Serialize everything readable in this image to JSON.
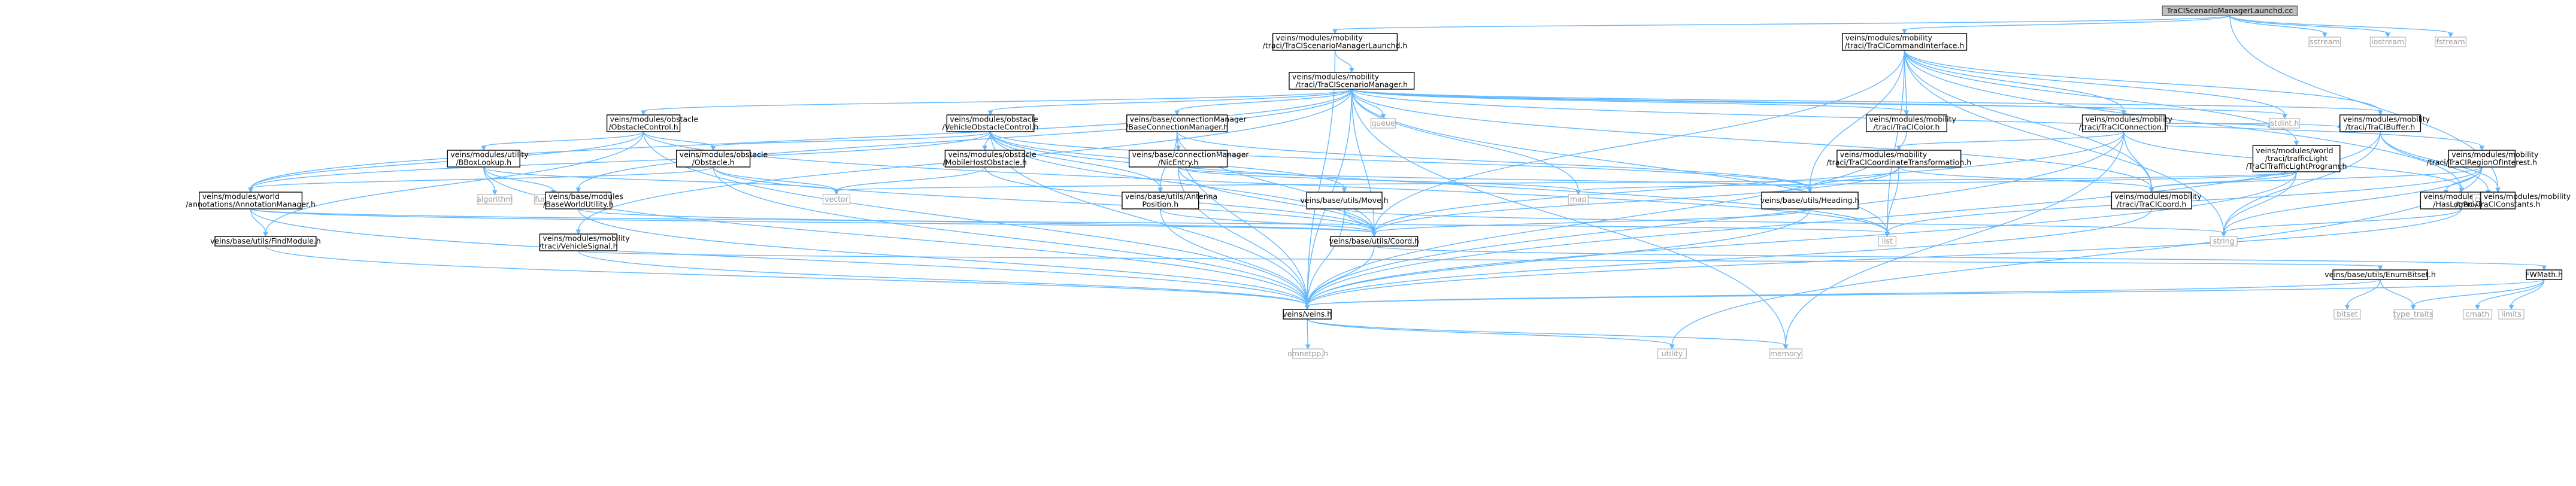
{
  "diagram": {
    "nodes": [
      {
        "id": "root",
        "lines": [
          "TraCIScenarioManagerLaunchd.cc"
        ],
        "kind": "root"
      },
      {
        "id": "launchd_h",
        "lines": [
          "veins/modules/mobility",
          "/traci/TraCIScenarioManagerLaunchd.h"
        ],
        "kind": "internal"
      },
      {
        "id": "cmd_if",
        "lines": [
          "veins/modules/mobility",
          "/traci/TraCICommandInterface.h"
        ],
        "kind": "internal"
      },
      {
        "id": "sstream",
        "lines": [
          "sstream"
        ],
        "kind": "external"
      },
      {
        "id": "iostream",
        "lines": [
          "iostream"
        ],
        "kind": "external"
      },
      {
        "id": "fstream",
        "lines": [
          "fstream"
        ],
        "kind": "external"
      },
      {
        "id": "scen_mgr",
        "lines": [
          "veins/modules/mobility",
          "/traci/TraCIScenarioManager.h"
        ],
        "kind": "internal"
      },
      {
        "id": "obst_ctrl",
        "lines": [
          "veins/modules/obstacle",
          "/ObstacleControl.h"
        ],
        "kind": "internal"
      },
      {
        "id": "veh_obst_ctrl",
        "lines": [
          "veins/modules/obstacle",
          "/VehicleObstacleControl.h"
        ],
        "kind": "internal"
      },
      {
        "id": "base_conn_mgr",
        "lines": [
          "veins/base/connectionManager",
          "/BaseConnectionManager.h"
        ],
        "kind": "internal"
      },
      {
        "id": "queue",
        "lines": [
          "queue"
        ],
        "kind": "external"
      },
      {
        "id": "traci_color",
        "lines": [
          "veins/modules/mobility",
          "/traci/TraCIColor.h"
        ],
        "kind": "internal"
      },
      {
        "id": "traci_conn",
        "lines": [
          "veins/modules/mobility",
          "/traci/TraCIConnection.h"
        ],
        "kind": "internal"
      },
      {
        "id": "stdint",
        "lines": [
          "stdint.h"
        ],
        "kind": "external"
      },
      {
        "id": "traci_buffer",
        "lines": [
          "veins/modules/mobility",
          "/traci/TraCIBuffer.h"
        ],
        "kind": "internal"
      },
      {
        "id": "bbox_lookup",
        "lines": [
          "veins/modules/utility",
          "/BBoxLookup.h"
        ],
        "kind": "internal"
      },
      {
        "id": "obstacle_h",
        "lines": [
          "veins/modules/obstacle",
          "/Obstacle.h"
        ],
        "kind": "internal"
      },
      {
        "id": "mobile_host_obst",
        "lines": [
          "veins/modules/obstacle",
          "/MobileHostObstacle.h"
        ],
        "kind": "internal"
      },
      {
        "id": "nic_entry",
        "lines": [
          "veins/base/connectionManager",
          "/NicEntry.h"
        ],
        "kind": "internal"
      },
      {
        "id": "coord_transform",
        "lines": [
          "veins/modules/mobility",
          "/traci/TraCICoordinateTransformation.h"
        ],
        "kind": "internal"
      },
      {
        "id": "traffic_light",
        "lines": [
          "veins/modules/world",
          "/traci/trafficLight",
          "/TraCITrafficLightProgram.h"
        ],
        "kind": "internal"
      },
      {
        "id": "region_interest",
        "lines": [
          "veins/modules/mobility",
          "/traci/TraCIRegionOfInterest.h"
        ],
        "kind": "internal"
      },
      {
        "id": "algorithm",
        "lines": [
          "algorithm"
        ],
        "kind": "external"
      },
      {
        "id": "functional",
        "lines": [
          "functional"
        ],
        "kind": "external"
      },
      {
        "id": "vector",
        "lines": [
          "vector"
        ],
        "kind": "external"
      },
      {
        "id": "annot_mgr",
        "lines": [
          "veins/modules/world",
          "/annotations/AnnotationManager.h"
        ],
        "kind": "internal"
      },
      {
        "id": "base_world_util",
        "lines": [
          "veins/base/modules",
          "/BaseWorldUtility.h"
        ],
        "kind": "internal"
      },
      {
        "id": "antenna_pos",
        "lines": [
          "veins/base/utils/Antenna",
          "Position.h"
        ],
        "kind": "internal"
      },
      {
        "id": "move_h",
        "lines": [
          "veins/base/utils/Move.h"
        ],
        "kind": "internal"
      },
      {
        "id": "map",
        "lines": [
          "map"
        ],
        "kind": "external"
      },
      {
        "id": "heading_h",
        "lines": [
          "veins/base/utils/Heading.h"
        ],
        "kind": "internal"
      },
      {
        "id": "set",
        "lines": [
          "set"
        ],
        "kind": "external"
      },
      {
        "id": "traci_coord",
        "lines": [
          "veins/modules/mobility",
          "/traci/TraCICoord.h"
        ],
        "kind": "internal"
      },
      {
        "id": "haslogproxy",
        "lines": [
          "veins/modules/utility",
          "/HasLogProxy.h"
        ],
        "kind": "internal"
      },
      {
        "id": "cstddef",
        "lines": [
          "cstddef"
        ],
        "kind": "external"
      },
      {
        "id": "traci_constants",
        "lines": [
          "veins/modules/mobility",
          "/traci/TraCIConstants.h"
        ],
        "kind": "internal"
      },
      {
        "id": "find_module",
        "lines": [
          "veins/base/utils/FindModule.h"
        ],
        "kind": "internal"
      },
      {
        "id": "veh_signal",
        "lines": [
          "veins/modules/mobility",
          "/traci/VehicleSignal.h"
        ],
        "kind": "internal"
      },
      {
        "id": "coord_h",
        "lines": [
          "veins/base/utils/Coord.h"
        ],
        "kind": "internal"
      },
      {
        "id": "list",
        "lines": [
          "list"
        ],
        "kind": "external"
      },
      {
        "id": "string",
        "lines": [
          "string"
        ],
        "kind": "external"
      },
      {
        "id": "enumbitset",
        "lines": [
          "veins/base/utils/EnumBitset.h"
        ],
        "kind": "internal"
      },
      {
        "id": "fwmath",
        "lines": [
          "FWMath.h"
        ],
        "kind": "internal"
      },
      {
        "id": "veins_h",
        "lines": [
          "veins/veins.h"
        ],
        "kind": "internal"
      },
      {
        "id": "bitset",
        "lines": [
          "bitset"
        ],
        "kind": "external"
      },
      {
        "id": "type_traits",
        "lines": [
          "type_traits"
        ],
        "kind": "external"
      },
      {
        "id": "cmath",
        "lines": [
          "cmath"
        ],
        "kind": "external"
      },
      {
        "id": "limits",
        "lines": [
          "limits"
        ],
        "kind": "external"
      },
      {
        "id": "utility",
        "lines": [
          "utility"
        ],
        "kind": "external"
      },
      {
        "id": "memory",
        "lines": [
          "memory"
        ],
        "kind": "external"
      },
      {
        "id": "omnetpp",
        "lines": [
          "omnetpp.h"
        ],
        "kind": "external"
      }
    ],
    "edges": [
      [
        "root",
        "launchd_h"
      ],
      [
        "root",
        "cmd_if"
      ],
      [
        "root",
        "sstream"
      ],
      [
        "root",
        "iostream"
      ],
      [
        "root",
        "fstream"
      ],
      [
        "root",
        "traci_constants"
      ],
      [
        "launchd_h",
        "scen_mgr"
      ],
      [
        "launchd_h",
        "veins_h"
      ],
      [
        "cmd_if",
        "traci_color"
      ],
      [
        "cmd_if",
        "traci_conn"
      ],
      [
        "cmd_if",
        "stdint"
      ],
      [
        "cmd_if",
        "traci_buffer"
      ],
      [
        "cmd_if",
        "coord_h"
      ],
      [
        "cmd_if",
        "traci_coord"
      ],
      [
        "cmd_if",
        "traffic_light"
      ],
      [
        "cmd_if",
        "list"
      ],
      [
        "cmd_if",
        "string"
      ],
      [
        "cmd_if",
        "haslogproxy"
      ],
      [
        "cmd_if",
        "heading_h"
      ],
      [
        "scen_mgr",
        "obst_ctrl"
      ],
      [
        "scen_mgr",
        "veh_obst_ctrl"
      ],
      [
        "scen_mgr",
        "base_conn_mgr"
      ],
      [
        "scen_mgr",
        "queue"
      ],
      [
        "scen_mgr",
        "traci_color"
      ],
      [
        "scen_mgr",
        "traci_conn"
      ],
      [
        "scen_mgr",
        "traci_buffer"
      ],
      [
        "scen_mgr",
        "base_world_util"
      ],
      [
        "scen_mgr",
        "veh_signal"
      ],
      [
        "scen_mgr",
        "coord_h"
      ],
      [
        "scen_mgr",
        "veins_h"
      ],
      [
        "scen_mgr",
        "annot_mgr"
      ],
      [
        "scen_mgr",
        "map"
      ],
      [
        "scen_mgr",
        "list"
      ],
      [
        "scen_mgr",
        "memory"
      ],
      [
        "scen_mgr",
        "region_interest"
      ],
      [
        "scen_mgr",
        "traci_coord"
      ],
      [
        "scen_mgr",
        "stdint"
      ],
      [
        "obst_ctrl",
        "bbox_lookup"
      ],
      [
        "obst_ctrl",
        "obstacle_h"
      ],
      [
        "obst_ctrl",
        "annot_mgr"
      ],
      [
        "obst_ctrl",
        "find_module"
      ],
      [
        "obst_ctrl",
        "veins_h"
      ],
      [
        "obst_ctrl",
        "list"
      ],
      [
        "veh_obst_ctrl",
        "obstacle_h"
      ],
      [
        "veh_obst_ctrl",
        "mobile_host_obst"
      ],
      [
        "veh_obst_ctrl",
        "antenna_pos"
      ],
      [
        "veh_obst_ctrl",
        "annot_mgr"
      ],
      [
        "veh_obst_ctrl",
        "move_h"
      ],
      [
        "veh_obst_ctrl",
        "coord_h"
      ],
      [
        "veh_obst_ctrl",
        "veins_h"
      ],
      [
        "veh_obst_ctrl",
        "list"
      ],
      [
        "veh_obst_ctrl",
        "heading_h"
      ],
      [
        "base_conn_mgr",
        "nic_entry"
      ],
      [
        "base_conn_mgr",
        "antenna_pos"
      ],
      [
        "base_conn_mgr",
        "coord_h"
      ],
      [
        "base_conn_mgr",
        "veins_h"
      ],
      [
        "base_conn_mgr",
        "heading_h"
      ],
      [
        "traci_color",
        "veins_h"
      ],
      [
        "traci_conn",
        "coord_transform"
      ],
      [
        "traci_conn",
        "traci_coord"
      ],
      [
        "traci_conn",
        "traci_buffer"
      ],
      [
        "traci_conn",
        "haslogproxy"
      ],
      [
        "traci_conn",
        "coord_h"
      ],
      [
        "traci_conn",
        "veins_h"
      ],
      [
        "traci_conn",
        "memory"
      ],
      [
        "traci_conn",
        "stdint"
      ],
      [
        "traci_buffer",
        "cstddef"
      ],
      [
        "traci_buffer",
        "string"
      ],
      [
        "traci_buffer",
        "traci_constants"
      ],
      [
        "traci_buffer",
        "veins_h"
      ],
      [
        "bbox_lookup",
        "algorithm"
      ],
      [
        "bbox_lookup",
        "functional"
      ],
      [
        "bbox_lookup",
        "vector"
      ],
      [
        "bbox_lookup",
        "veins_h"
      ],
      [
        "obstacle_h",
        "vector"
      ],
      [
        "obstacle_h",
        "annot_mgr"
      ],
      [
        "obstacle_h",
        "coord_h"
      ],
      [
        "obstacle_h",
        "veins_h"
      ],
      [
        "mobile_host_obst",
        "vector"
      ],
      [
        "mobile_host_obst",
        "coord_h"
      ],
      [
        "nic_entry",
        "map"
      ],
      [
        "nic_entry",
        "coord_h"
      ],
      [
        "nic_entry",
        "veins_h"
      ],
      [
        "nic_entry",
        "heading_h"
      ],
      [
        "coord_transform",
        "heading_h"
      ],
      [
        "coord_transform",
        "traci_coord"
      ],
      [
        "coord_transform",
        "coord_h"
      ],
      [
        "coord_transform",
        "list"
      ],
      [
        "traffic_light",
        "map"
      ],
      [
        "traffic_light",
        "string"
      ],
      [
        "traffic_light",
        "vector"
      ],
      [
        "traffic_light",
        "veins_h"
      ],
      [
        "traffic_light",
        "traci_coord"
      ],
      [
        "region_interest",
        "set"
      ],
      [
        "region_interest",
        "list"
      ],
      [
        "region_interest",
        "string"
      ],
      [
        "region_interest",
        "utility"
      ],
      [
        "region_interest",
        "traci_coord"
      ],
      [
        "annot_mgr",
        "find_module"
      ],
      [
        "annot_mgr",
        "coord_h"
      ],
      [
        "annot_mgr",
        "list"
      ],
      [
        "annot_mgr",
        "veins_h"
      ],
      [
        "base_world_util",
        "coord_h"
      ],
      [
        "base_world_util",
        "veins_h"
      ],
      [
        "antenna_pos",
        "coord_h"
      ],
      [
        "antenna_pos",
        "veins_h"
      ],
      [
        "move_h",
        "coord_h"
      ],
      [
        "move_h",
        "veins_h"
      ],
      [
        "move_h",
        "string"
      ],
      [
        "heading_h",
        "coord_h"
      ],
      [
        "heading_h",
        "veins_h"
      ],
      [
        "traci_coord",
        "veins_h"
      ],
      [
        "haslogproxy",
        "string"
      ],
      [
        "haslogproxy",
        "veins_h"
      ],
      [
        "find_module",
        "veins_h"
      ],
      [
        "veh_signal",
        "enumbitset"
      ],
      [
        "veh_signal",
        "veins_h"
      ],
      [
        "coord_h",
        "fwmath"
      ],
      [
        "coord_h",
        "veins_h"
      ],
      [
        "enumbitset",
        "bitset"
      ],
      [
        "enumbitset",
        "type_traits"
      ],
      [
        "enumbitset",
        "veins_h"
      ],
      [
        "fwmath",
        "cmath"
      ],
      [
        "fwmath",
        "limits"
      ],
      [
        "fwmath",
        "type_traits"
      ],
      [
        "fwmath",
        "veins_h"
      ],
      [
        "veins_h",
        "omnetpp"
      ],
      [
        "veins_h",
        "memory"
      ],
      [
        "veins_h",
        "utility"
      ]
    ]
  }
}
